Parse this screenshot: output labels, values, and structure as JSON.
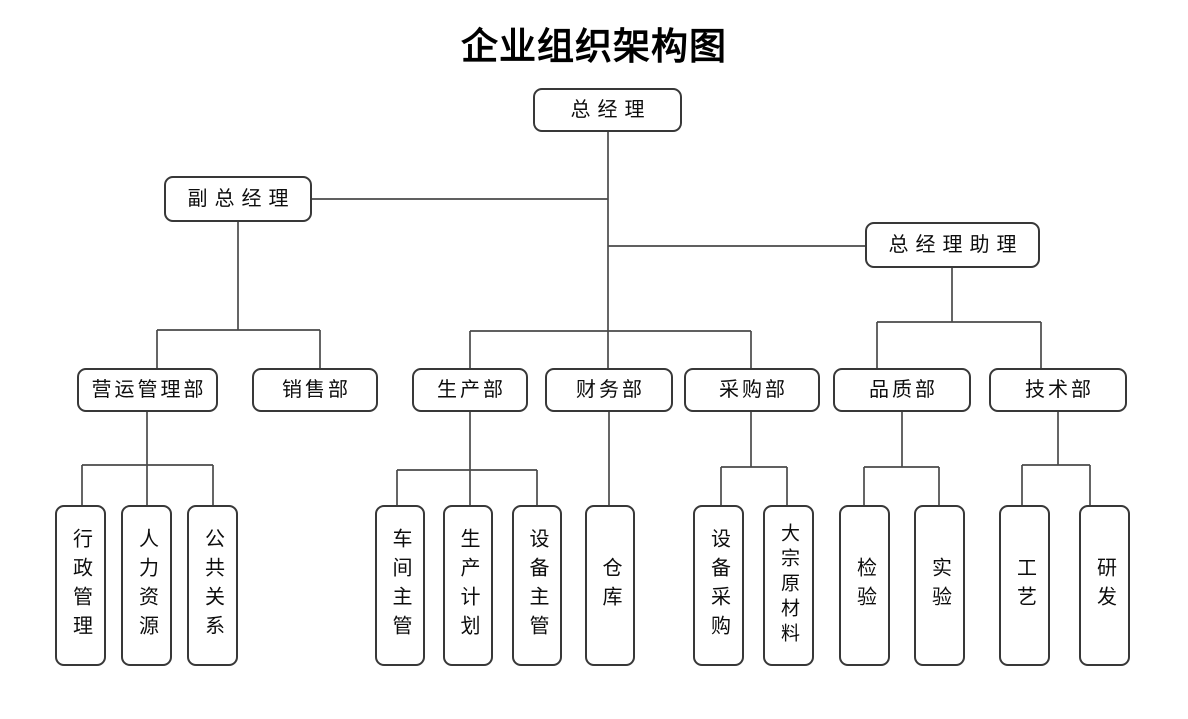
{
  "title": "企业组织架构图",
  "nodes": {
    "general_manager": "总经理",
    "deputy_general_manager": "副总经理",
    "gm_assistant": "总经理助理",
    "operations_dept": "营运管理部",
    "sales_dept": "销售部",
    "production_dept": "生产部",
    "finance_dept": "财务部",
    "purchasing_dept": "采购部",
    "quality_dept": "品质部",
    "technology_dept": "技术部",
    "admin_management": "行政管理",
    "human_resources": "人力资源",
    "public_relations": "公共关系",
    "workshop_supervisor": "车间主管",
    "production_planning": "生产计划",
    "equipment_supervisor": "设备主管",
    "warehouse": "仓库",
    "equipment_purchasing": "设备采购",
    "bulk_raw_materials": "大宗原材料",
    "inspection": "检验",
    "testing": "实验",
    "process_engineering": "工艺",
    "research_development": "研发"
  },
  "hierarchy": {
    "总经理": [
      "副总经理",
      "总经理助理",
      "生产部",
      "财务部",
      "采购部"
    ],
    "副总经理": [
      "营运管理部",
      "销售部"
    ],
    "总经理助理": [
      "品质部",
      "技术部"
    ],
    "营运管理部": [
      "行政管理",
      "人力资源",
      "公共关系"
    ],
    "生产部": [
      "车间主管",
      "生产计划",
      "设备主管"
    ],
    "财务部": [
      "仓库"
    ],
    "采购部": [
      "设备采购",
      "大宗原材料"
    ],
    "品质部": [
      "检验",
      "实验"
    ],
    "技术部": [
      "工艺",
      "研发"
    ]
  },
  "colors": {
    "background": "#ffffff",
    "box_fill": "#ffffff",
    "box_border": "#383838",
    "line": "#4a4a4a",
    "text": "#0d0d0d"
  }
}
